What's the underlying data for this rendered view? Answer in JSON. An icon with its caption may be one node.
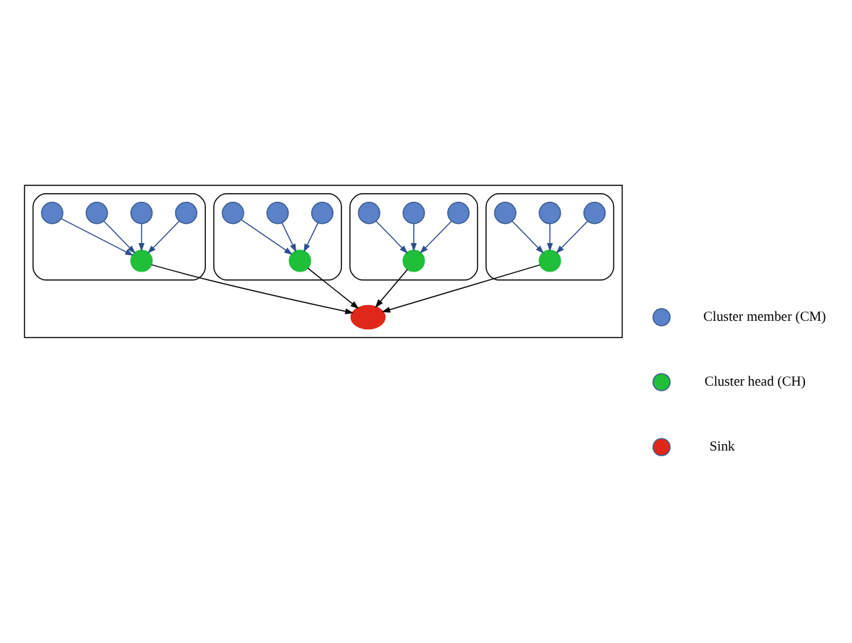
{
  "diagram": {
    "nodes": [
      {
        "text": [],
        "shape": "box"
      },
      {
        "text": [],
        "shape": "ellipse",
        "in": 0
      },
      {
        "text": [],
        "shape": "circle",
        "in": 1
      },
      {
        "text": [],
        "shape": "circle",
        "in": 1
      },
      {
        "text": [],
        "shape": "circle",
        "in": 1
      },
      {
        "text": [],
        "shape": "circle",
        "in": 1
      },
      {
        "text": [],
        "shape": "ellipse",
        "in": 0
      },
      {
        "text": [],
        "shape": "circle",
        "in": 6
      },
      {
        "text": [],
        "shape": "circle",
        "in": 6
      },
      {
        "text": [],
        "shape": "circle",
        "in": 6
      },
      {
        "text": [],
        "shape": "circle",
        "in": 6
      },
      {
        "text": [],
        "shape": "circle",
        "in": 6
      },
      {
        "text": [],
        "shape": "ellipse",
        "in": 0
      },
      {
        "text": [],
        "shape": "ellipse",
        "in": 0
      },
      {
        "text": [],
        "shape": "circle",
        "in": 13
      },
      {
        "text": [],
        "shape": "circle",
        "in": 13
      },
      {
        "text": [],
        "shape": "circle",
        "in": 13
      },
      {
        "text": [],
        "shape": "circle",
        "in": 13
      },
      {
        "text": [],
        "shape": "ellipse",
        "in": 0
      },
      {
        "text": [],
        "shape": "circle",
        "in": 18
      },
      {
        "text": [],
        "shape": "circle",
        "in": 18
      },
      {
        "text": [],
        "shape": "circle",
        "in": 18
      },
      {
        "text": [],
        "shape": "circle",
        "in": 18
      }
    ],
    "edges": [
      {
        "from": 2,
        "to": 5,
        "arrow": "to"
      },
      {
        "from": 3,
        "to": 5,
        "arrow": "to"
      },
      {
        "from": 4,
        "to": 5,
        "arrow": "to"
      },
      {
        "from": 7,
        "to": 11,
        "arrow": "to"
      },
      {
        "from": 8,
        "to": 11,
        "arrow": "to"
      },
      {
        "from": 9,
        "to": 11,
        "arrow": "to"
      },
      {
        "from": 10,
        "to": 11,
        "arrow": "to"
      },
      {
        "from": 14,
        "to": 17,
        "arrow": "to"
      },
      {
        "from": 15,
        "to": 17,
        "arrow": "to"
      },
      {
        "from": 16,
        "to": 17,
        "arrow": "to"
      },
      {
        "from": 20,
        "to": 19,
        "arrow": "to"
      },
      {
        "from": 21,
        "to": 19,
        "arrow": "to"
      },
      {
        "from": 22,
        "to": 19,
        "arrow": "to"
      },
      {
        "from": 5,
        "to": 12,
        "arrow": "to",
        "color": "#000000"
      },
      {
        "from": 11,
        "to": 12,
        "arrow": "to",
        "color": "#000000"
      },
      {
        "from": 17,
        "to": 12,
        "arrow": "to",
        "color": "#000000"
      },
      {
        "from": 19,
        "to": 12,
        "arrow": "to",
        "color": "#000000"
      }
    ],
    "legend": [
      {
        "text": "Cluster member (CM)",
        "color": "#5b82c8"
      },
      {
        "text": "Cluster head (CH)",
        "color": "#1fbf3a"
      },
      {
        "text": "Sink",
        "color": "#e0281a"
      }
    ]
  }
}
